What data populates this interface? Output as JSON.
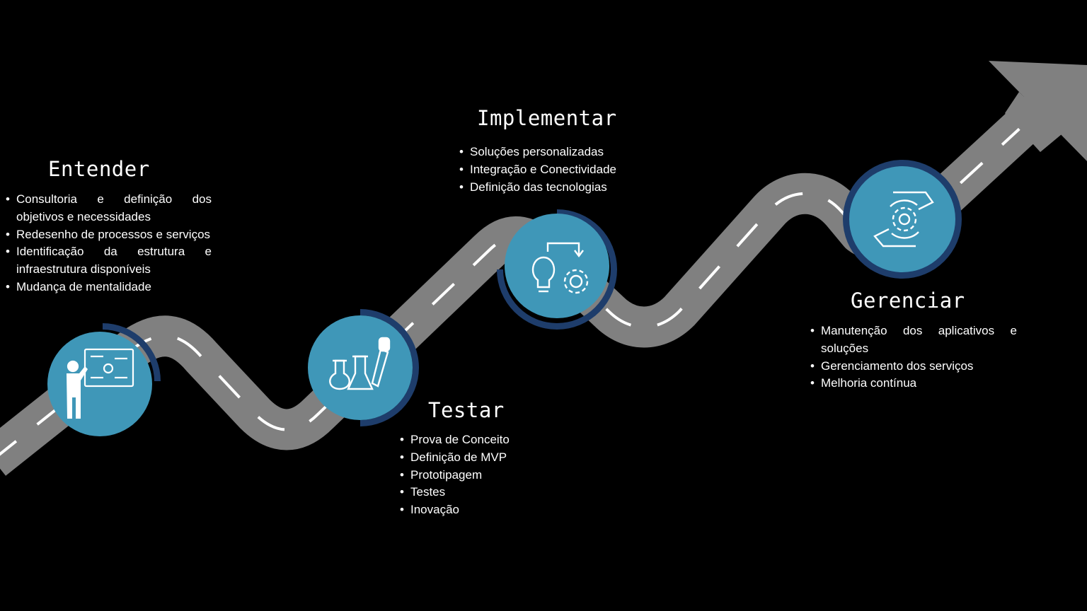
{
  "colors": {
    "background": "#000000",
    "road": "#808080",
    "dash": "#ffffff",
    "circle_fill": "#3f97b8",
    "circle_ring": "#1e3d6b"
  },
  "stages": [
    {
      "title": "Entender",
      "icon": "presentation-board-icon",
      "items": [
        "Consultoria e definição dos objetivos e necessidades",
        "Redesenho de processos e serviços",
        "Identificação da estrutura e infraestrutura disponíveis",
        "Mudança de mentalidade"
      ]
    },
    {
      "title": "Testar",
      "icon": "lab-flasks-icon",
      "items": [
        "Prova de Conceito",
        "Definição de MVP",
        "Prototipagem",
        "Testes",
        "Inovação"
      ]
    },
    {
      "title": "Implementar",
      "icon": "lightbulb-gear-icon",
      "items": [
        "Soluções personalizadas",
        "Integração e Conectividade",
        "Definição das tecnologias"
      ]
    },
    {
      "title": "Gerenciar",
      "icon": "hands-gear-cycle-icon",
      "items": [
        "Manutenção dos aplicativos e soluções",
        "Gerenciamento dos serviços",
        "Melhoria contínua"
      ]
    }
  ]
}
